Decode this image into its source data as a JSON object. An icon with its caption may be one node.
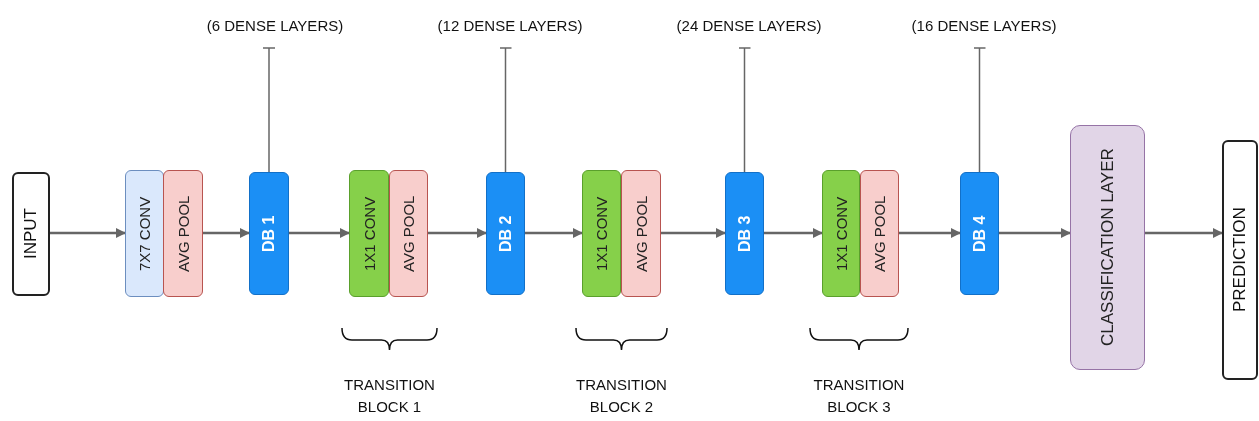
{
  "diagram": {
    "nodes": [
      {
        "text": [
          "INPUT"
        ]
      },
      {
        "text": [
          "7X7 CONV"
        ]
      },
      {
        "text": [
          "AVG POOL"
        ]
      },
      {
        "text": [
          "(6 DENSE LAYERS)"
        ]
      },
      {
        "text": [
          "DB 1"
        ]
      },
      {
        "text": [
          "1X1 CONV"
        ]
      },
      {
        "text": [
          "AVG POOL"
        ]
      },
      {
        "text": [
          "(12 DENSE LAYERS)"
        ]
      },
      {
        "text": [
          "DB 2"
        ]
      },
      {
        "text": [
          "1X1 CONV"
        ]
      },
      {
        "text": [
          "AVG POOL"
        ]
      },
      {
        "text": [
          "(24 DENSE LAYERS)"
        ]
      },
      {
        "text": [
          "DB 3"
        ]
      },
      {
        "text": [
          "1X1 CONV"
        ]
      },
      {
        "text": [
          "AVG POOL"
        ]
      },
      {
        "text": [
          "(16 DENSE LAYERS)"
        ]
      },
      {
        "text": [
          "DB 4"
        ]
      },
      {
        "text": [
          "CLASSIFICATION LAYER"
        ]
      },
      {
        "text": [
          "PREDICTION"
        ]
      }
    ],
    "edges": [
      {
        "from": 0,
        "to": 1,
        "arrow": "to"
      },
      {
        "from": 2,
        "to": 4,
        "arrow": "to"
      },
      {
        "from": 3,
        "to": 4,
        "arrow": "other"
      },
      {
        "from": 4,
        "to": 5,
        "arrow": "to"
      },
      {
        "from": 6,
        "to": 8,
        "arrow": "to"
      },
      {
        "from": 7,
        "to": 8,
        "arrow": "other"
      },
      {
        "from": 8,
        "to": 9,
        "arrow": "to"
      },
      {
        "from": 10,
        "to": 12,
        "arrow": "to"
      },
      {
        "from": 11,
        "to": 12,
        "arrow": "other"
      },
      {
        "from": 12,
        "to": 13,
        "arrow": "to"
      },
      {
        "from": 14,
        "to": 16,
        "arrow": "to"
      },
      {
        "from": 15,
        "to": 16,
        "arrow": "other"
      },
      {
        "from": 16,
        "to": 17,
        "arrow": "to"
      },
      {
        "from": 17,
        "to": 18,
        "arrow": "to"
      }
    ],
    "labels": [
      "TRANSITION BLOCK 1",
      "TRANSITION BLOCK 2",
      "TRANSITION BLOCK 3"
    ]
  }
}
